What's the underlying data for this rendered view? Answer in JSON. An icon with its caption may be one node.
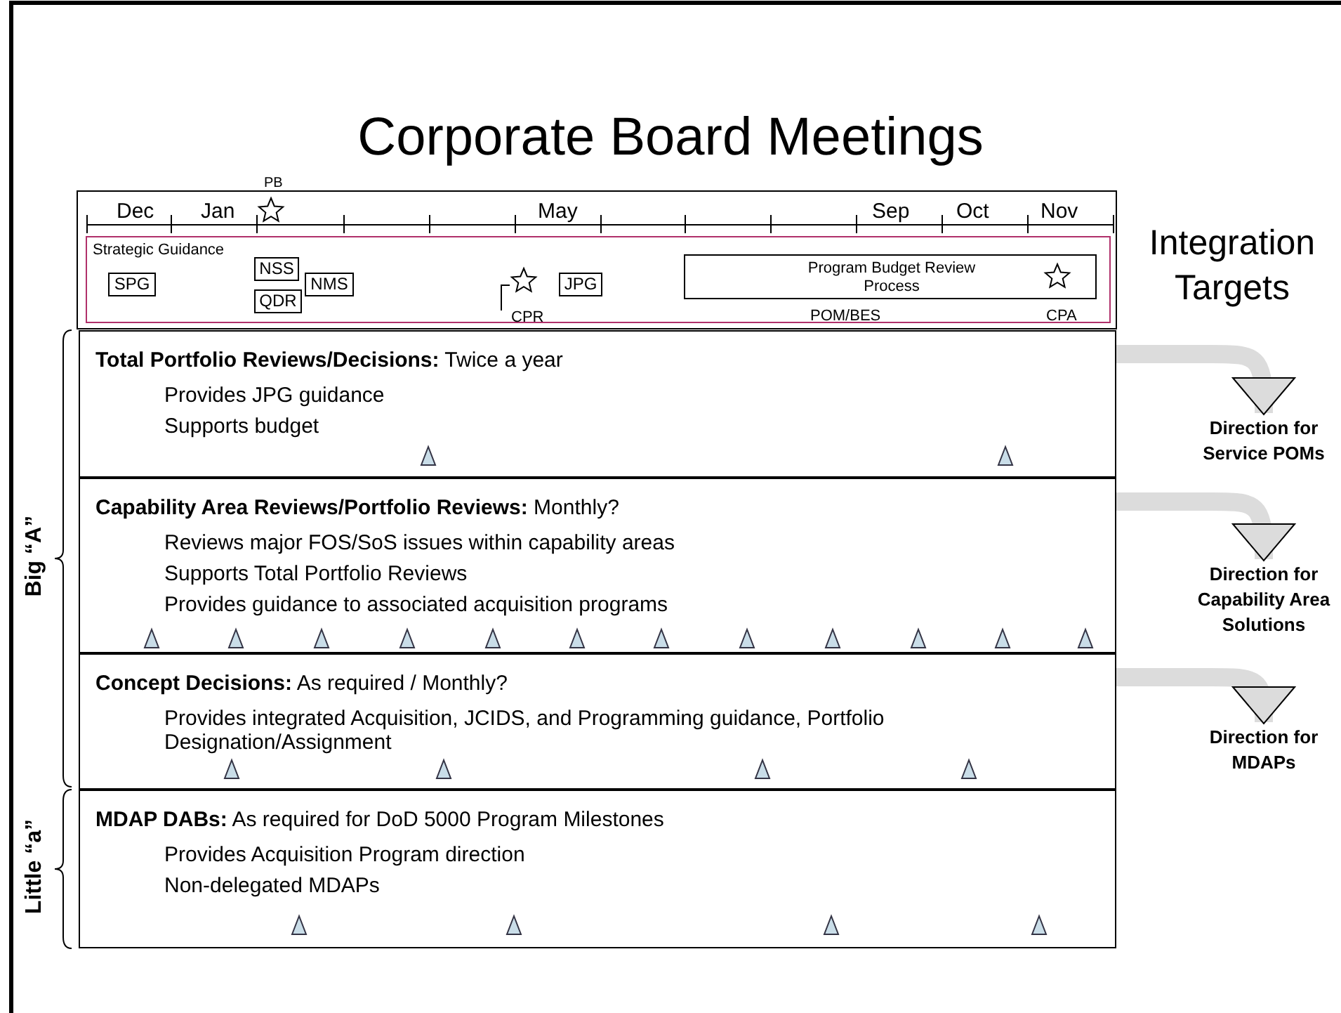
{
  "diagram": {
    "title": "Corporate Board Meetings",
    "nodes": [
      {
        "text": [
          "Strategic Guidance"
        ]
      },
      {
        "text": [
          "SPG"
        ],
        "in": 0
      },
      {
        "text": [
          "NSS"
        ],
        "in": 0
      },
      {
        "text": [
          "QDR"
        ],
        "in": 0
      },
      {
        "text": [
          "NMS"
        ],
        "in": 0
      },
      {
        "text": [
          "JPG"
        ],
        "in": 0
      },
      {
        "text": [
          "Program Budget Review Process"
        ],
        "beside": [
          "POM/BES"
        ],
        "in": 0
      },
      {
        "text": [
          "**Total Portfolio Reviews/Decisions:**  Twice a year",
          "Provides JPG guidance",
          "Supports budget"
        ]
      },
      {
        "text": [
          "**Capability Area Reviews/Portfolio Reviews:**  Monthly?",
          "Reviews major FOS/SoS issues within capability areas",
          "Supports Total Portfolio Reviews",
          "Provides guidance to associated acquisition programs"
        ]
      },
      {
        "text": [
          "**Concept Decisions:**  As required / Monthly?",
          "Provides integrated Acquisition, JCIDS, and Programming guidance, Portfolio Designation/Assignment"
        ]
      },
      {
        "text": [
          "**MDAP DABs:**  As required for DoD 5000 Program Milestones",
          "Provides Acquisition Program direction",
          "Non-delegated MDAPs"
        ]
      },
      {
        "text": [
          "Direction for Service POMs"
        ]
      },
      {
        "text": [
          "Direction for Capability Area Solutions"
        ]
      },
      {
        "text": [
          "Direction for MDAPs"
        ]
      }
    ],
    "edges": [
      {
        "from": 7,
        "to": 11,
        "arrow": "to"
      },
      {
        "from": 8,
        "to": 12,
        "arrow": "to"
      },
      {
        "from": 9,
        "to": 13,
        "arrow": "to"
      }
    ],
    "labels": [
      "PB",
      "Dec",
      "Jan",
      "May",
      "Sep",
      "Oct",
      "Nov",
      "CPR",
      "CPA",
      "Integration Targets",
      "Big “A”",
      "Little “a”"
    ]
  }
}
